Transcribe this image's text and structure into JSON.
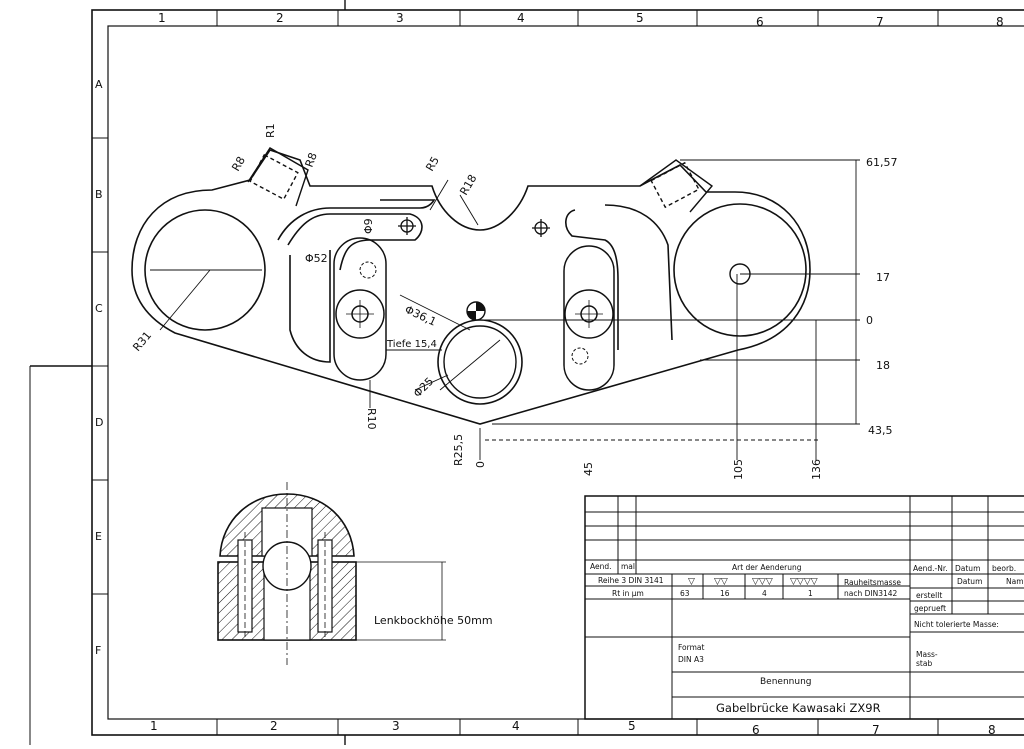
{
  "border": {
    "columns": [
      "1",
      "2",
      "3",
      "4",
      "5",
      "6",
      "7",
      "8"
    ],
    "rows": [
      "A",
      "B",
      "C",
      "D",
      "E",
      "F"
    ]
  },
  "dims": {
    "r1": "R1",
    "r8a": "R8",
    "r8b": "R8",
    "r5": "R5",
    "r18": "R18",
    "phi9": "Φ9",
    "d52": "Φ52",
    "r31": "R31",
    "d361": "Φ36,1",
    "tiefe": "Tiefe 15,4",
    "d25": "Φ25",
    "r10": "R10",
    "r255": "R25,5",
    "y6157": "61,57",
    "y17": "17",
    "y0": "0",
    "y18": "18",
    "y435": "43,5",
    "x0": "0",
    "x45": "45",
    "x105": "105",
    "x136": "136"
  },
  "section": {
    "label": "Lenkbockhöhe 50mm"
  },
  "title_block": {
    "aend": "Aend.",
    "mal": "mal",
    "art": "Art der Aenderung",
    "aend_nr": "Aend.-Nr.",
    "datum": "Datum",
    "beorb": "beorb.",
    "datum2": "Datum",
    "name": "Nam",
    "reihe": "Reihe 3 DIN 3141",
    "rt": "Rt in μm",
    "sym1": "▽",
    "sym2": "▽▽",
    "sym3": "▽▽▽",
    "sym4": "▽▽▽▽",
    "v1": "63",
    "v2": "16",
    "v3": "4",
    "v4": "1",
    "rauheit": "Rauheitsmasse",
    "din3142": "nach DIN3142",
    "erstellt": "erstellt",
    "geprueft": "geprueft",
    "toleranz": "Nicht tolerierte Masse:",
    "format_label": "Format",
    "format_value": "DIN A3",
    "massstab": "Mass-",
    "massstab2": "stab",
    "benennung_label": "Benennung",
    "benennung_value": "Gabelbrücke Kawasaki ZX9R"
  }
}
